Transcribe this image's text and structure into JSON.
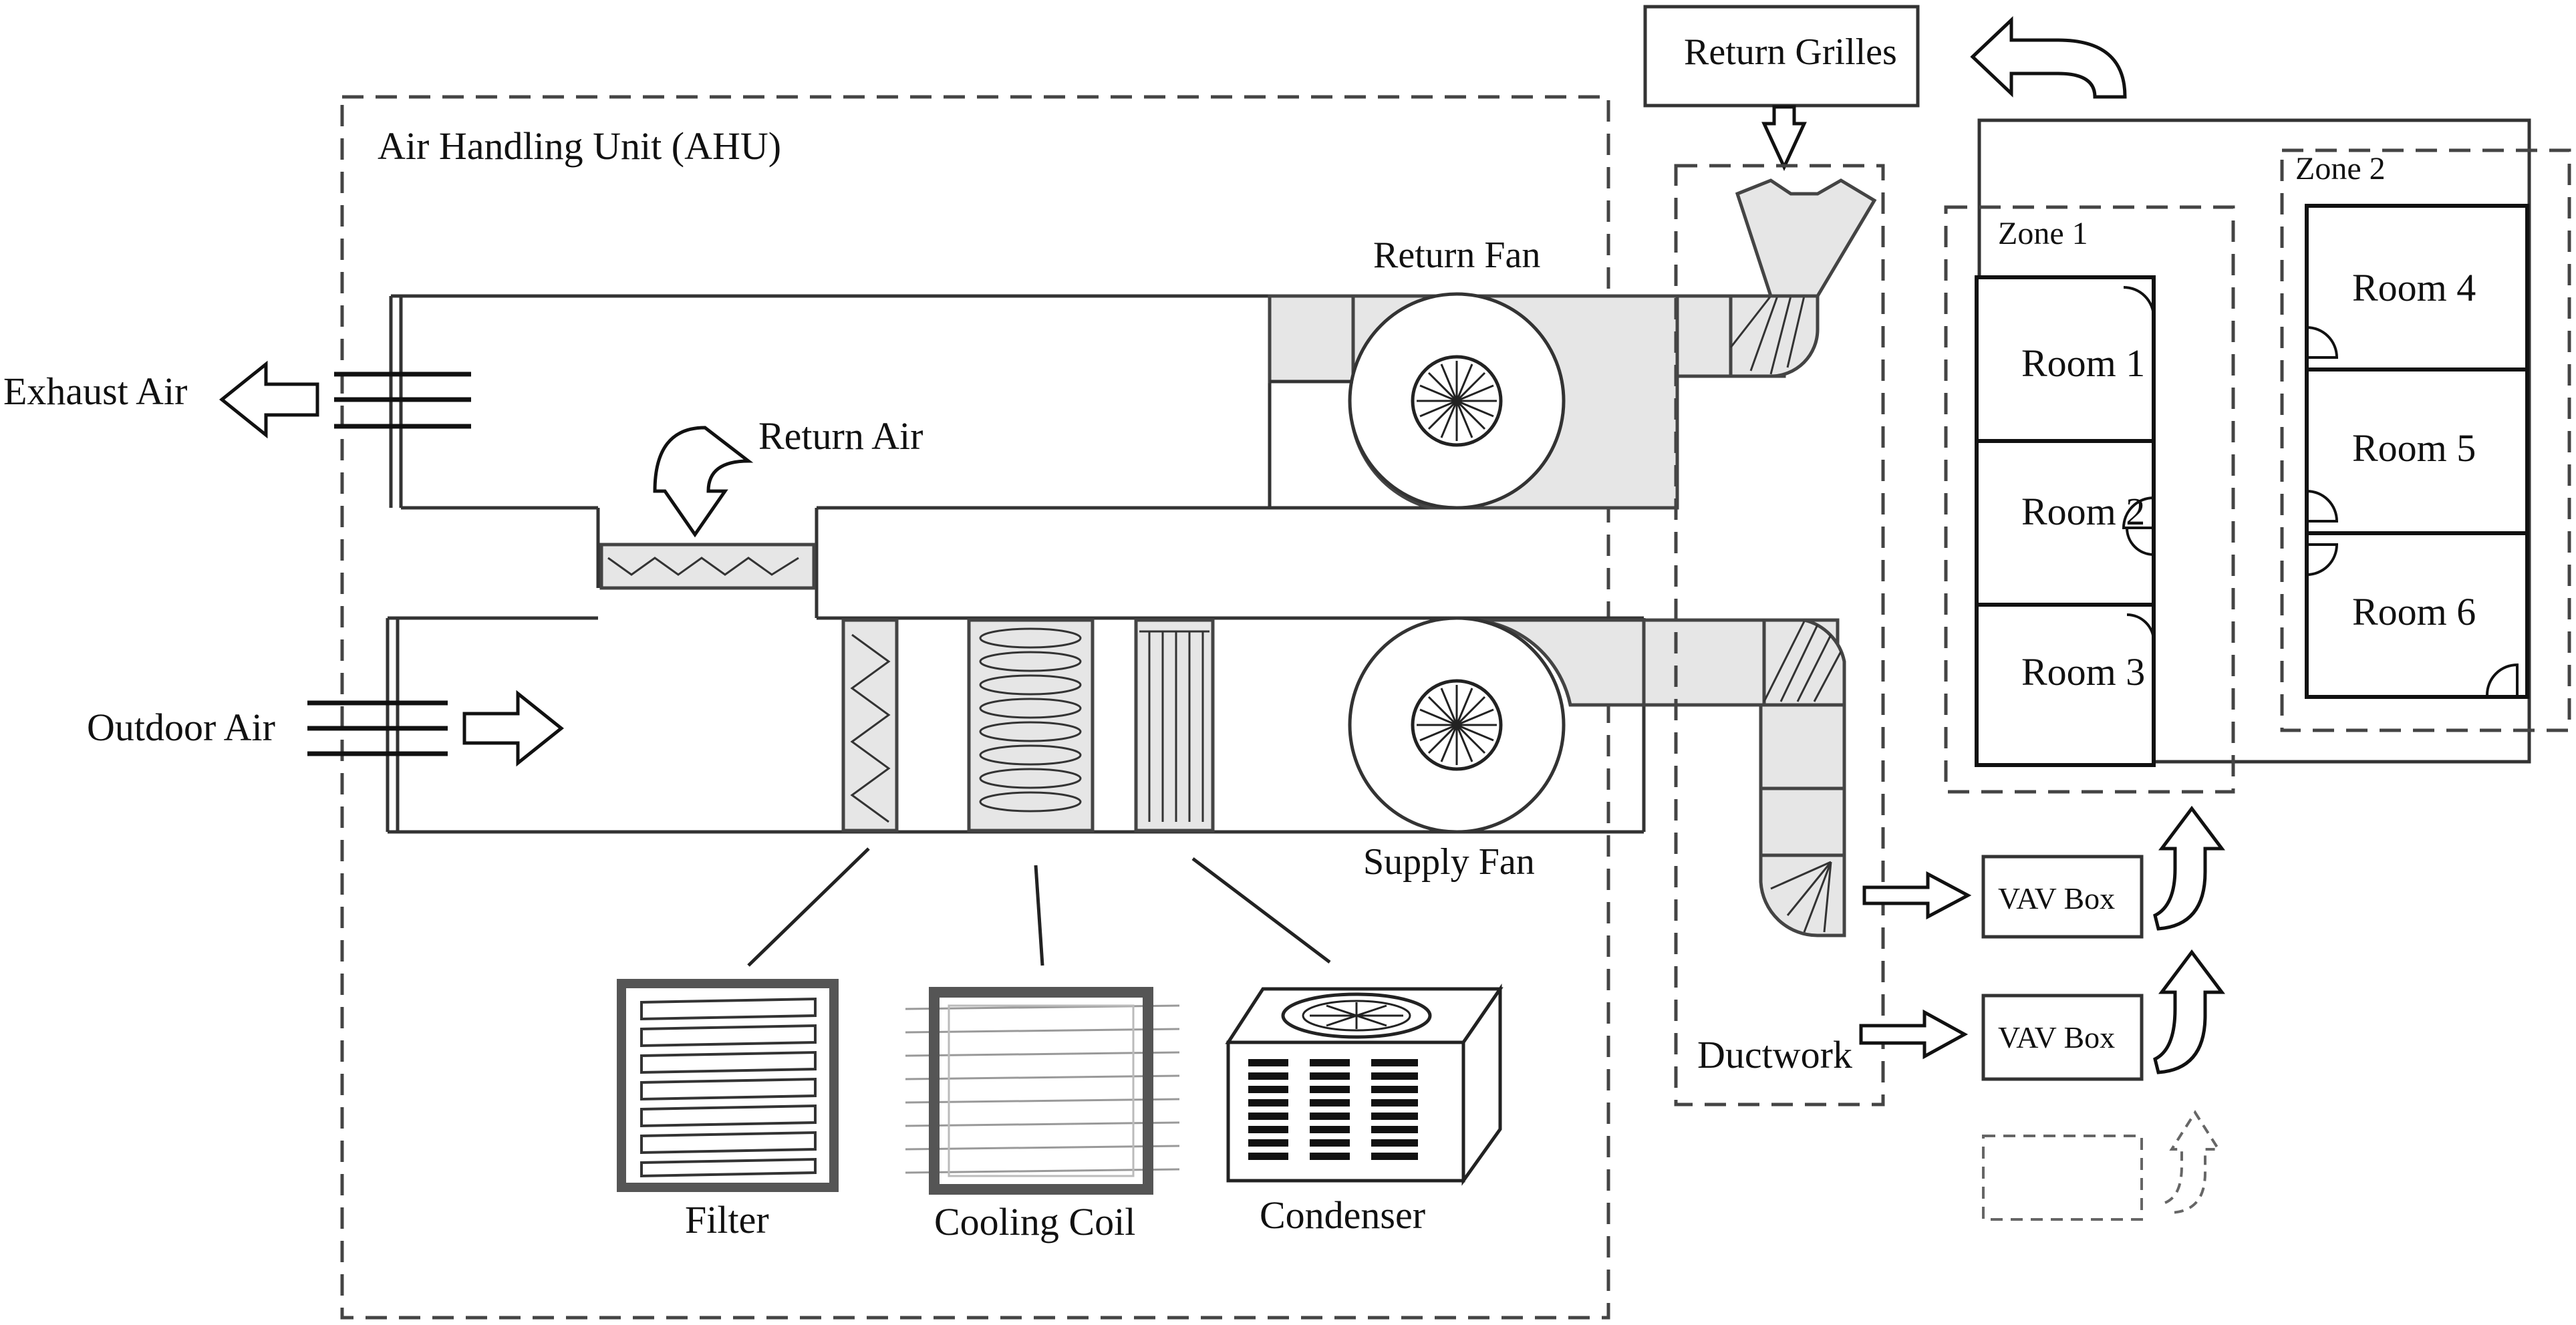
{
  "labels": {
    "ahu": "Air Handling Unit (AHU)",
    "return_grilles": "Return Grilles",
    "return_fan": "Return Fan",
    "supply_fan": "Supply Fan",
    "exhaust_air": "Exhaust Air",
    "return_air": "Return Air",
    "outdoor_air": "Outdoor Air",
    "ductwork": "Ductwork",
    "filter": "Filter",
    "cooling_coil": "Cooling Coil",
    "condenser": "Condenser",
    "zone1": "Zone 1",
    "zone2": "Zone 2",
    "vav1": "VAV Box",
    "vav2": "VAV Box"
  },
  "rooms": [
    "Room 1",
    "Room 2",
    "Room 3",
    "Room 4",
    "Room 5",
    "Room 6"
  ],
  "icons": {
    "fan": "centrifugal-fan-icon",
    "filter": "filter-icon",
    "coil": "cooling-coil-icon",
    "condenser": "condenser-icon",
    "flow": "hollow-arrow-icon"
  },
  "colors": {
    "line": "#333333",
    "fill_grey": "#e6e6e6",
    "background": "#ffffff"
  }
}
